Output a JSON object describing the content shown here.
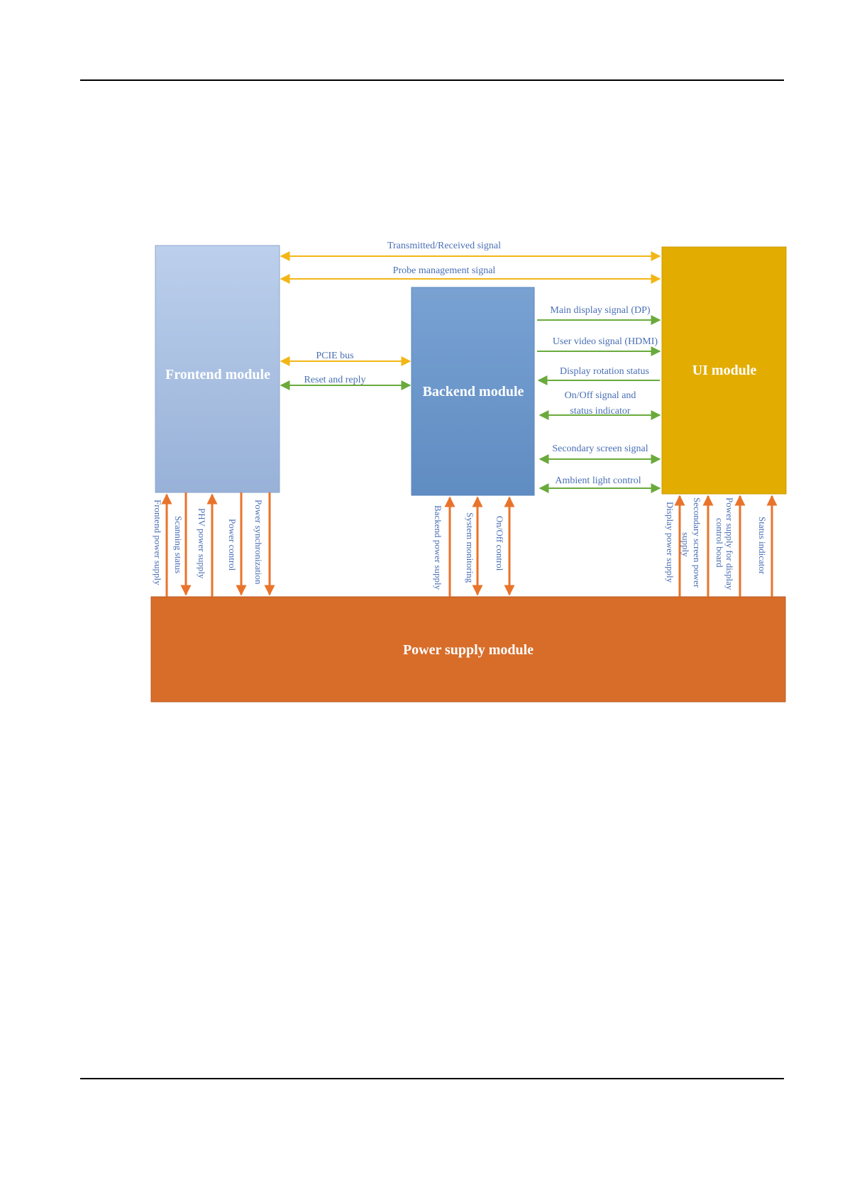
{
  "diagram": {
    "modules": {
      "frontend": "Frontend module",
      "backend": "Backend module",
      "ui": "UI module",
      "power": "Power supply module"
    },
    "signals": {
      "transmitted": "Transmitted/Received signal",
      "probe": "Probe management signal",
      "pcie": "PCIE bus",
      "reset": "Reset and reply",
      "main_display": "Main display signal (DP)",
      "user_video": "User video signal (HDMI)",
      "display_rotation": "Display rotation status",
      "onoff_line1": "On/Off signal and",
      "onoff_line2": "status indicator",
      "secondary_screen": "Secondary screen signal",
      "ambient": "Ambient light control"
    },
    "power_links": {
      "frontend_power": "Frontend power supply",
      "scanning_status": "Scanning status",
      "phv_power": "PHV power supply",
      "power_control": "Power control",
      "power_sync": "Power synchronization",
      "backend_power": "Backend power supply",
      "system_monitoring": "System monitoring",
      "onoff_control": "On/Off control",
      "display_power": "Display power supply",
      "secondary_power_1": "Secondary screen power",
      "secondary_power_2": "supply",
      "display_board_1": "Power supply for display",
      "display_board_2": "control board",
      "status_indicator": "Status indicator"
    },
    "colors": {
      "frontend": "#a9c1e3",
      "backend": "#6e98cb",
      "ui": "#e2ad00",
      "power": "#d86d2a",
      "yellow_arrow": "#f2b617",
      "green_arrow": "#6aaa3c",
      "orange_arrow": "#e9732a",
      "label": "#4a6fb5"
    }
  }
}
